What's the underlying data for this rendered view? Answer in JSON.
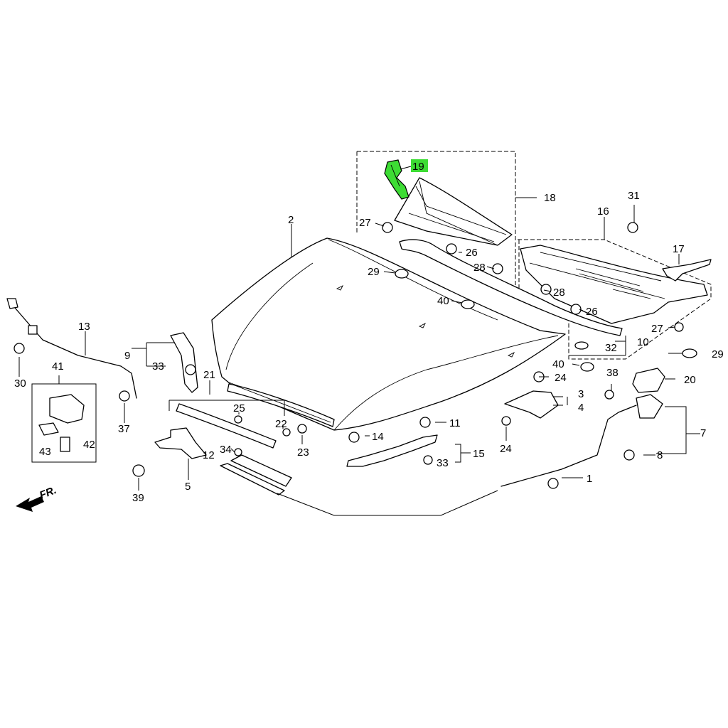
{
  "diagram": {
    "direction_label": "FR.",
    "highlight_color": "#3ddc34",
    "highlighted_part": "19",
    "callouts": {
      "c1": "1",
      "c2": "2",
      "c3": "3",
      "c4": "4",
      "c5": "5",
      "c7": "7",
      "c8": "8",
      "c9": "9",
      "c10": "10",
      "c11": "11",
      "c12": "12",
      "c13": "13",
      "c14": "14",
      "c15": "15",
      "c16": "16",
      "c17": "17",
      "c18": "18",
      "c19": "19",
      "c20": "20",
      "c21": "21",
      "c22": "22",
      "c23": "23",
      "c24a": "24",
      "c24b": "24",
      "c25": "25",
      "c26a": "26",
      "c26b": "26",
      "c27a": "27",
      "c27b": "27",
      "c28a": "28",
      "c28b": "28",
      "c29a": "29",
      "c29b": "29",
      "c30": "30",
      "c31": "31",
      "c32": "32",
      "c33a": "33",
      "c33b": "33",
      "c34": "34",
      "c37": "37",
      "c38": "38",
      "c39": "39",
      "c40a": "40",
      "c40b": "40",
      "c41": "41",
      "c42": "42",
      "c43": "43"
    }
  }
}
